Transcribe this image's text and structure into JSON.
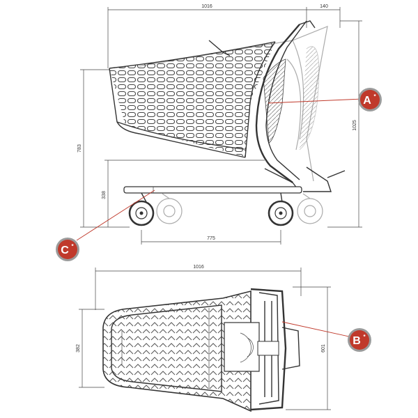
{
  "side_view": {
    "dimensions": {
      "length": "1016",
      "handle_offset": "140",
      "height_total": "1025",
      "basket_height": "783",
      "deck_height": "338",
      "wheelbase": "775"
    }
  },
  "top_view": {
    "dimensions": {
      "length": "1016",
      "inner_width": "382",
      "outer_width": "601"
    }
  },
  "callouts": {
    "a": {
      "letter": "A",
      "mark": "*"
    },
    "b": {
      "letter": "B",
      "mark": "*"
    },
    "c": {
      "letter": "C",
      "mark": "*"
    }
  },
  "colors": {
    "callout_fill": "#c0392b",
    "callout_ring": "#9b9b9b",
    "leader": "#c0392b",
    "line": "#333333"
  }
}
